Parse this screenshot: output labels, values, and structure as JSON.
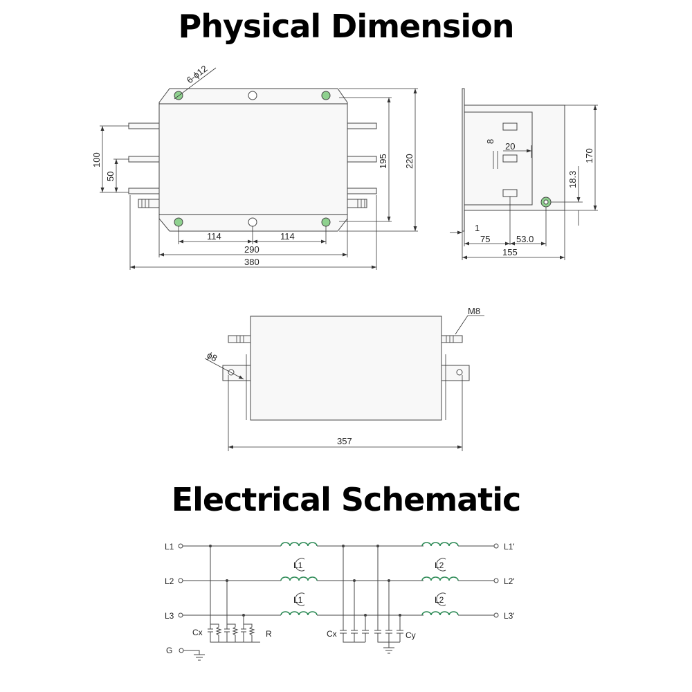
{
  "headings": {
    "physical": "Physical Dimension",
    "electrical": "Electrical Schematic"
  },
  "front_view": {
    "holes": "6-ϕ12",
    "dim_100": "100",
    "dim_50": "50",
    "dim_195": "195",
    "dim_220": "220",
    "dim_114_left": "114",
    "dim_114_right": "114",
    "dim_290": "290",
    "dim_380": "380"
  },
  "side_view": {
    "dim_8": "8",
    "dim_20": "20",
    "dim_170": "170",
    "dim_18_3": "18.3",
    "dim_1": "1",
    "dim_75": "75",
    "dim_53": "53.0",
    "dim_155": "155"
  },
  "bottom_view": {
    "thread": "M8",
    "hole": "ϕ8",
    "dim_357": "357"
  },
  "schematic": {
    "in_l1": "L1",
    "in_l2": "L2",
    "in_l3": "L3",
    "ground": "G",
    "out_l1": "L1'",
    "out_l2": "L2'",
    "out_l3": "L3'",
    "choke1_a": "L1",
    "choke1_b": "L1",
    "choke2_a": "L2",
    "choke2_b": "L2",
    "cx_left": "Cx",
    "r_label": "R",
    "cx_right": "Cx",
    "cy_label": "Cy"
  },
  "colors": {
    "hole_fill": "#8fd18f",
    "coil": "#2e8b57",
    "line": "#333333"
  }
}
